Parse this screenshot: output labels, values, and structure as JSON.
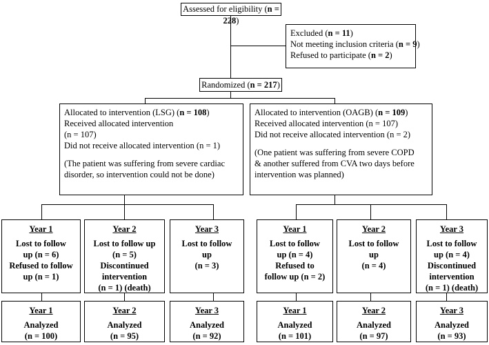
{
  "assessed": {
    "prefix": "Assessed for eligibility (",
    "count": "n = 228",
    "suffix": ")"
  },
  "excluded": {
    "title_prefix": "Excluded (",
    "title_count": "n = 11",
    "title_suffix": ")",
    "reason1_prefix": "Not meeting inclusion criteria (",
    "reason1_count": "n = 9",
    "reason1_suffix": ")",
    "reason2_prefix": "Refused to participate (",
    "reason2_count": "n = 2",
    "reason2_suffix": ")"
  },
  "randomized": {
    "prefix": "Randomized (",
    "count": "n = 217",
    "suffix": ")"
  },
  "lsg_alloc": {
    "line1_prefix": "Allocated to intervention (LSG)  (",
    "line1_count": "n = 108",
    "line1_suffix": ")",
    "line2": "Received allocated intervention",
    "line3": "(n = 107)",
    "line4": "Did not receive allocated intervention (n = 1)",
    "note1": "(The patient was suffering from severe cardiac",
    "note2": "disorder, so intervention could not be done)"
  },
  "oagb_alloc": {
    "line1_prefix": "Allocated to intervention (OAGB) (",
    "line1_count": "n = 109",
    "line1_suffix": ")",
    "line2": "Received allocated intervention (n = 107)",
    "line3": "Did not receive allocated intervention (n = 2)",
    "note1": "(One patient was suffering from severe COPD",
    "note2": "& another suffered from CVA two days before",
    "note3": "intervention was planned)"
  },
  "followup": [
    {
      "year": "Year 1",
      "lines": [
        "Lost to follow",
        "up (n = 6)",
        "Refused to follow",
        "up (n = 1)"
      ]
    },
    {
      "year": "Year 2",
      "lines": [
        "Lost to follow up",
        "(n = 5)",
        "Discontinued",
        "intervention",
        "(n = 1) (death)"
      ]
    },
    {
      "year": "Year 3",
      "lines": [
        "Lost to follow",
        "up",
        "(n = 3)"
      ]
    },
    {
      "year": "Year 1",
      "lines": [
        "Lost to follow",
        "up (n = 4)",
        "Refused to",
        "follow up (n = 2)"
      ]
    },
    {
      "year": "Year 2",
      "lines": [
        "Lost to follow",
        "up",
        "(n = 4)"
      ]
    },
    {
      "year": "Year 3",
      "lines": [
        "Lost to follow",
        "up (n = 4)",
        "Discontinued",
        "intervention",
        "(n = 1) (death)"
      ]
    }
  ],
  "analysis": [
    {
      "year": "Year 1",
      "label": "Analyzed",
      "count": "(n = 100)"
    },
    {
      "year": "Year 2",
      "label": "Analyzed",
      "count": "(n = 95)"
    },
    {
      "year": "Year 3",
      "label": "Analyzed",
      "count": "(n = 92)"
    },
    {
      "year": "Year 1",
      "label": "Analyzed",
      "count": "(n = 101)"
    },
    {
      "year": "Year 2",
      "label": "Analyzed",
      "count": "(n = 97)"
    },
    {
      "year": "Year 3",
      "label": "Analyzed",
      "count": "(n = 93)"
    }
  ]
}
